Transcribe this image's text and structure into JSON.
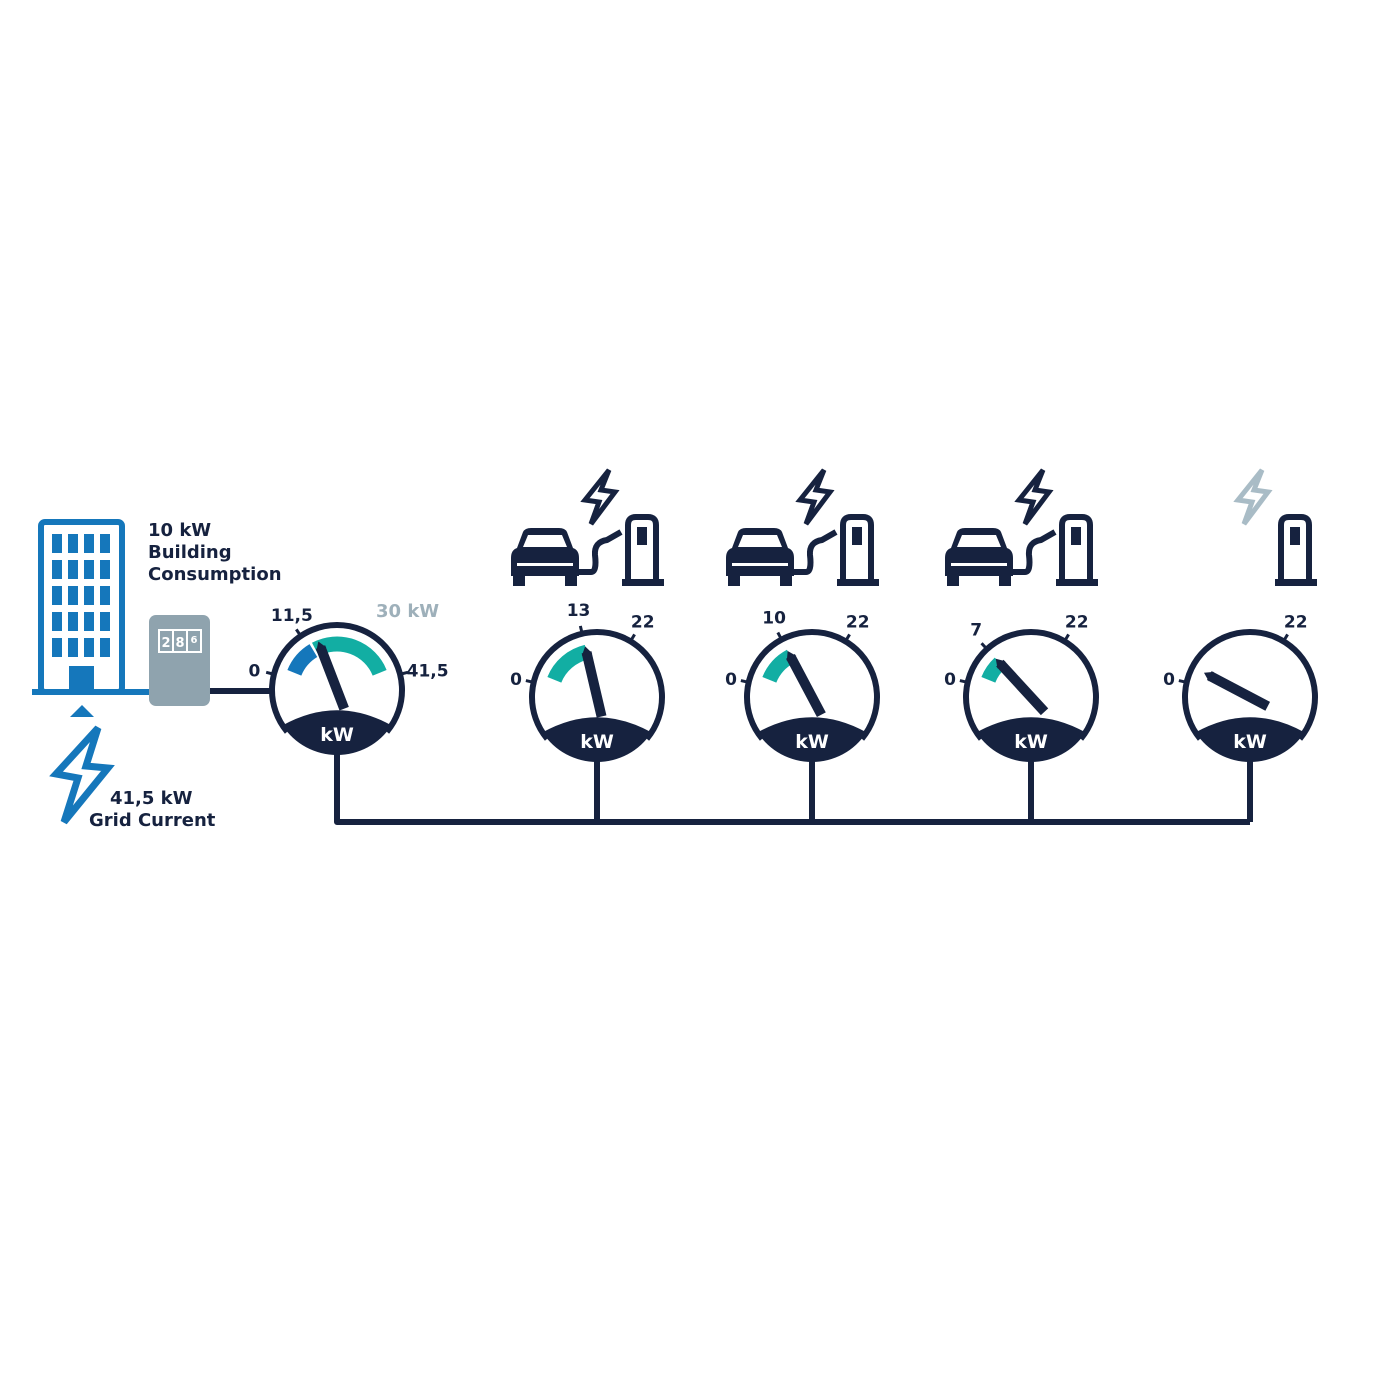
{
  "colors": {
    "navy": "#16223f",
    "building_blue": "#1577bb",
    "teal": "#12aea3",
    "meter_gray": "#8fa3ae",
    "muted_label": "#9eb0ba",
    "inactive_bolt": "#a9bcc6"
  },
  "building": {
    "value": "10 kW",
    "label_line1": "Building",
    "label_line2": "Consumption",
    "icon": "office-building-icon"
  },
  "meter": {
    "icon": "electricity-meter-icon",
    "digits": [
      "2",
      "8",
      "6"
    ]
  },
  "grid": {
    "value": "41,5 kW",
    "label": "Grid Current",
    "icon": "lightning-bolt-icon"
  },
  "main_gauge": {
    "unit": "kW",
    "max": 41.5,
    "ticks": [
      {
        "value": 0,
        "label": "0"
      },
      {
        "value": 11.5,
        "label": "11,5"
      },
      {
        "value": 41.5,
        "label": "41,5"
      }
    ],
    "building_share_kw": 11.5,
    "available_label": "30 kW",
    "needle_kw": 15
  },
  "chargers": [
    {
      "active": true,
      "value_kw": 13,
      "value_label": "13",
      "max_label": "22",
      "zero_label": "0",
      "unit": "kW",
      "needle_kw": 13
    },
    {
      "active": true,
      "value_kw": 10,
      "value_label": "10",
      "max_label": "22",
      "zero_label": "0",
      "unit": "kW",
      "needle_kw": 10
    },
    {
      "active": true,
      "value_kw": 7,
      "value_label": "7",
      "max_label": "22",
      "zero_label": "0",
      "unit": "kW",
      "needle_kw": 7
    },
    {
      "active": false,
      "value_kw": 0,
      "value_label": "",
      "max_label": "22",
      "zero_label": "0",
      "unit": "kW",
      "needle_kw": 3
    }
  ],
  "charger_max_kw": 22
}
